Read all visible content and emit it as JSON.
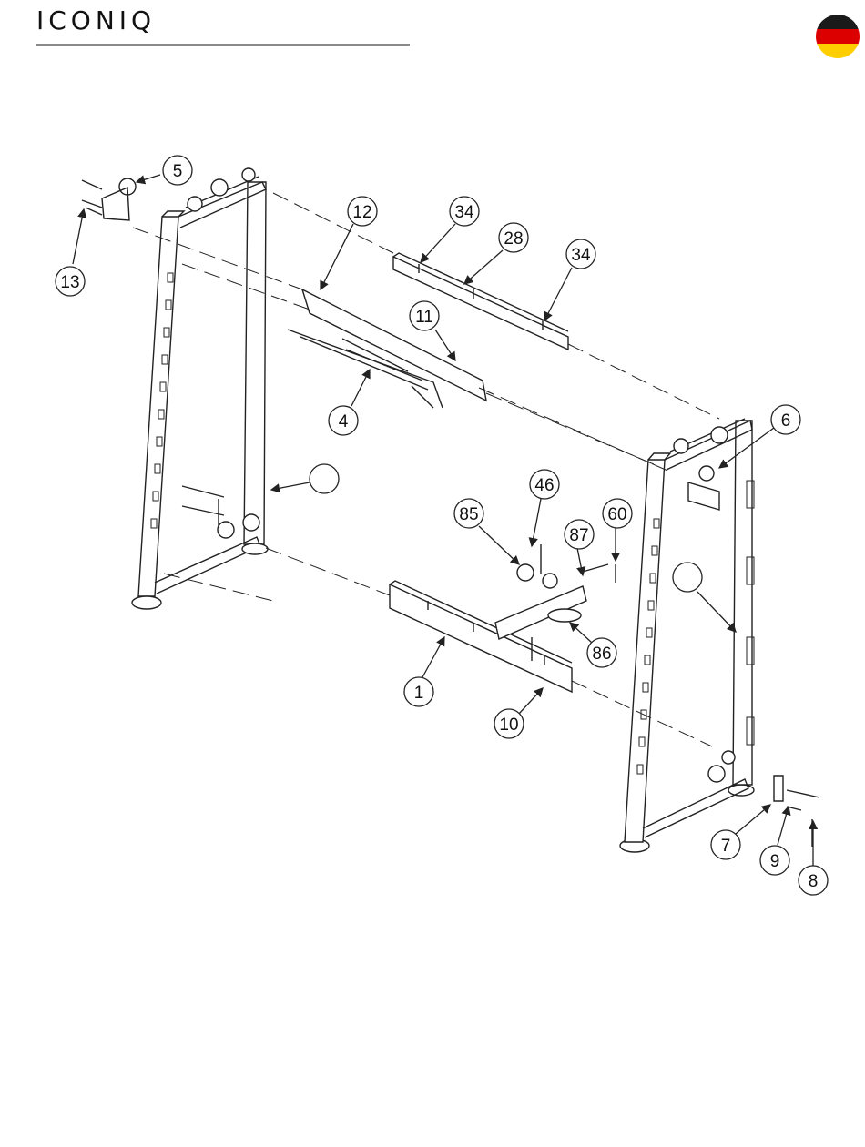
{
  "header": {
    "logo_text": "ICONIQ",
    "flag": {
      "name": "germany-flag",
      "colors": [
        "#1a1a1a",
        "#dd0000",
        "#ffce00"
      ]
    }
  },
  "diagram": {
    "line_color": "#222222",
    "callouts": [
      {
        "id": "c5",
        "label": "5"
      },
      {
        "id": "c13",
        "label": "13"
      },
      {
        "id": "c12",
        "label": "12"
      },
      {
        "id": "c34a",
        "label": "34"
      },
      {
        "id": "c28",
        "label": "28"
      },
      {
        "id": "c34b",
        "label": "34"
      },
      {
        "id": "c11",
        "label": "11"
      },
      {
        "id": "c4",
        "label": "4"
      },
      {
        "id": "c6",
        "label": "6"
      },
      {
        "id": "cL",
        "label": ""
      },
      {
        "id": "c46",
        "label": "46"
      },
      {
        "id": "c85",
        "label": "85"
      },
      {
        "id": "c87",
        "label": "87"
      },
      {
        "id": "c60",
        "label": "60"
      },
      {
        "id": "cR",
        "label": ""
      },
      {
        "id": "c86",
        "label": "86"
      },
      {
        "id": "c1",
        "label": "1"
      },
      {
        "id": "c10",
        "label": "10"
      },
      {
        "id": "c7",
        "label": "7"
      },
      {
        "id": "c9",
        "label": "9"
      },
      {
        "id": "c8",
        "label": "8"
      }
    ]
  }
}
